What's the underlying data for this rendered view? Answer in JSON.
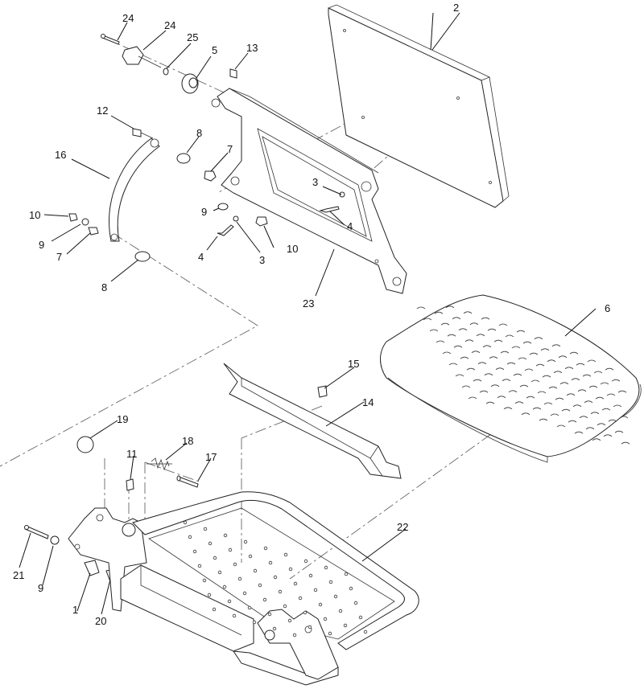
{
  "callouts": {
    "c2": "2",
    "c24a": "24",
    "c24b": "24",
    "c25": "25",
    "c5": "5",
    "c13": "13",
    "c12": "12",
    "c8a": "8",
    "c7a": "7",
    "c16": "16",
    "c3a": "3",
    "c4a": "4",
    "c9a": "9",
    "c10a": "10",
    "c9b": "9",
    "c7b": "7",
    "c4b": "4",
    "c3b": "3",
    "c10b": "10",
    "c8b": "8",
    "c23": "23",
    "c6": "6",
    "c15": "15",
    "c14": "14",
    "c19": "19",
    "c11": "11",
    "c18": "18",
    "c17": "17",
    "c22": "22",
    "c21": "21",
    "c9c": "9",
    "c1": "1",
    "c20": "20"
  }
}
